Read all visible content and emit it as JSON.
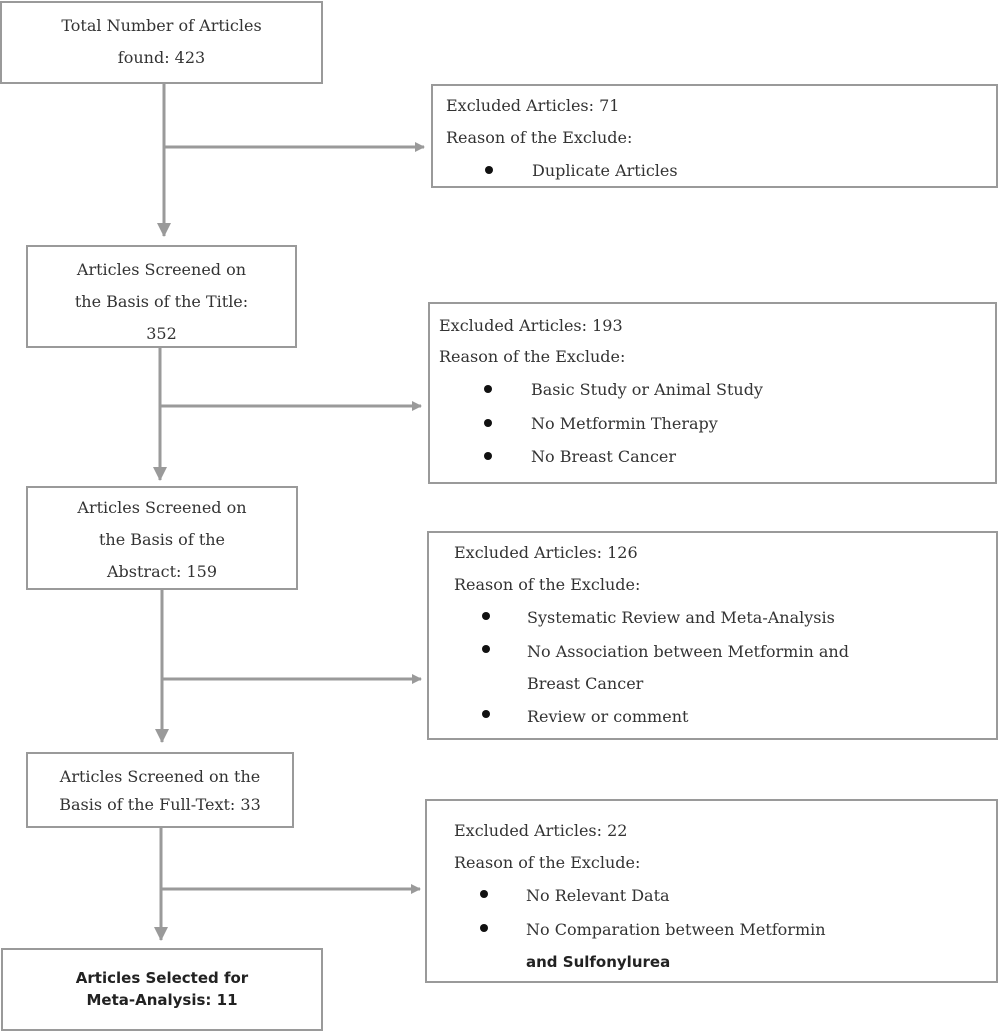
{
  "boxes": {
    "total": {
      "line1": "Total Number of Articles",
      "line2": "found: 423"
    },
    "title": {
      "line1": "Articles Screened on",
      "line2": "the Basis of the Title:",
      "line3": "352"
    },
    "abstract": {
      "line1": "Articles Screened on",
      "line2": "the Basis of the",
      "line3": "Abstract: 159"
    },
    "fulltext": {
      "line1": "Articles Screened on the",
      "line2": "Basis of the Full-Text: 33"
    },
    "selected": {
      "line1": "Articles Selected for",
      "line2": "Meta-Analysis: 11"
    }
  },
  "excluded": {
    "e1": {
      "count": "Excluded Articles: 71",
      "reason": "Reason of the Exclude:",
      "items": [
        "Duplicate Articles"
      ]
    },
    "e2": {
      "count": "Excluded Articles: 193",
      "reason": "Reason of the Exclude:",
      "items": [
        "Basic Study or Animal Study",
        "No Metformin Therapy",
        "No Breast Cancer"
      ]
    },
    "e3": {
      "count": "Excluded Articles: 126",
      "reason": "Reason of the Exclude:",
      "items": [
        "Systematic Review and Meta-Analysis",
        "No Association between Metformin and",
        "Breast Cancer",
        "Review or comment"
      ]
    },
    "e4": {
      "count": "Excluded Articles: 22",
      "reason": "Reason of the Exclude:",
      "items": [
        "No Relevant Data",
        "No Comparation between Metformin",
        "and Sulfonylurea"
      ]
    }
  },
  "colors": {
    "border": "#9a9a9a",
    "arrow": "#9a9a9a",
    "text": "#333333"
  }
}
